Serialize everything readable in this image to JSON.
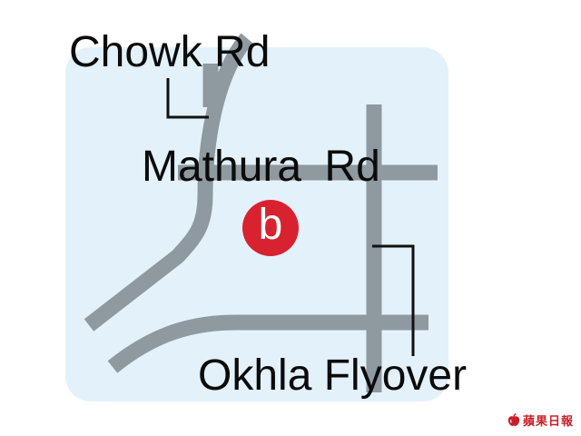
{
  "map": {
    "background_color": "#e3f1fb",
    "road_color": "#8e9aa0",
    "leader_color": "#111111",
    "roads": [
      {
        "name": "Chowk Rd"
      },
      {
        "name": "Mathura Rd"
      },
      {
        "name": "Okhla Flyover"
      }
    ],
    "marker": {
      "letter": "b",
      "color": "#d8222f"
    }
  },
  "watermark": {
    "text": "蘋果日報",
    "color": "#c8202a",
    "icon": "apple-logo-icon"
  }
}
